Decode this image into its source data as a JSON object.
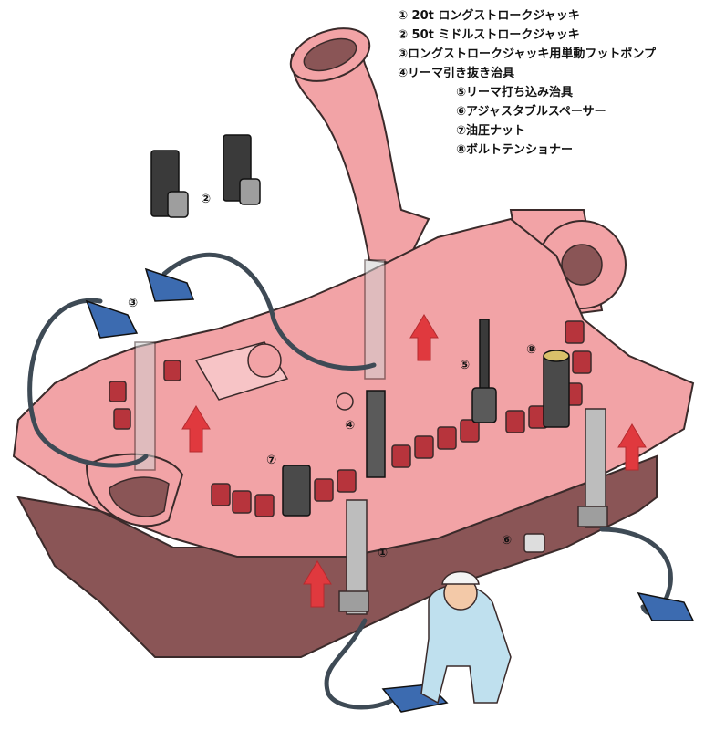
{
  "legend": {
    "item1": "① 20t ロングストロークジャッキ",
    "item2": "② 50t ミドルストロークジャッキ",
    "item3": "③ロングストロークジャッキ用単動フットポンプ",
    "item4": "④リーマ引き抜き治具",
    "item5": "⑤リーマ打ち込み治具",
    "item6": "⑥アジャスタブルスペーサー",
    "item7": "⑦油圧ナット",
    "item8": "⑧ボルトテンショナー"
  },
  "callouts": {
    "c1": "①",
    "c2": "②",
    "c3": "③",
    "c4": "④",
    "c5": "⑤",
    "c6": "⑥",
    "c7": "⑦",
    "c8": "⑧"
  },
  "colors": {
    "casing": "#f2a3a6",
    "casing_dark": "#8a5556",
    "outline": "#3a2a2a",
    "arrow": "#e0393e",
    "jack": "#bdbdbd",
    "nut": "#b7343c",
    "hose": "#3e4a55",
    "pump": "#3c6bb0",
    "worker": "#bfe0ee"
  }
}
